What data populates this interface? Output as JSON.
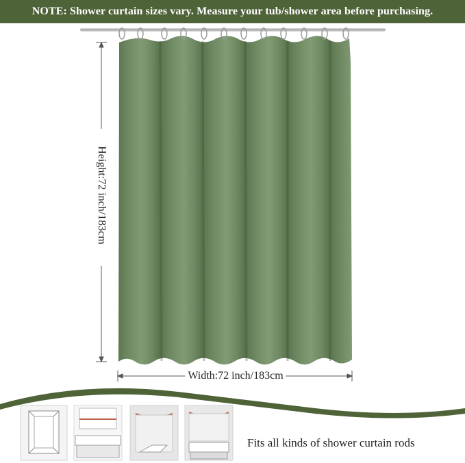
{
  "banner": {
    "note_text": "NOTE: Shower curtain sizes vary. Measure your tub/shower area before purchasing."
  },
  "dimensions": {
    "height_label": "Height:72 inch/183cm",
    "width_label": "Width:72 inch/183cm"
  },
  "footer": {
    "caption": "Fits all kinds of shower curtain rods"
  },
  "colors": {
    "banner_bg": "#4f6339",
    "curtain_green": "#6f8a63",
    "curtain_shadow": "#5b7550",
    "curtain_highlight": "#819b74",
    "wave_green": "#4f6339",
    "rod_silver": "#b9b9b9",
    "rod_accent": "#c0604c"
  },
  "icons": {
    "thumbnails": [
      "corner-shower-icon",
      "tub-straight-rod-icon",
      "curved-rod-shower-icon",
      "curved-rod-tub-icon"
    ]
  }
}
